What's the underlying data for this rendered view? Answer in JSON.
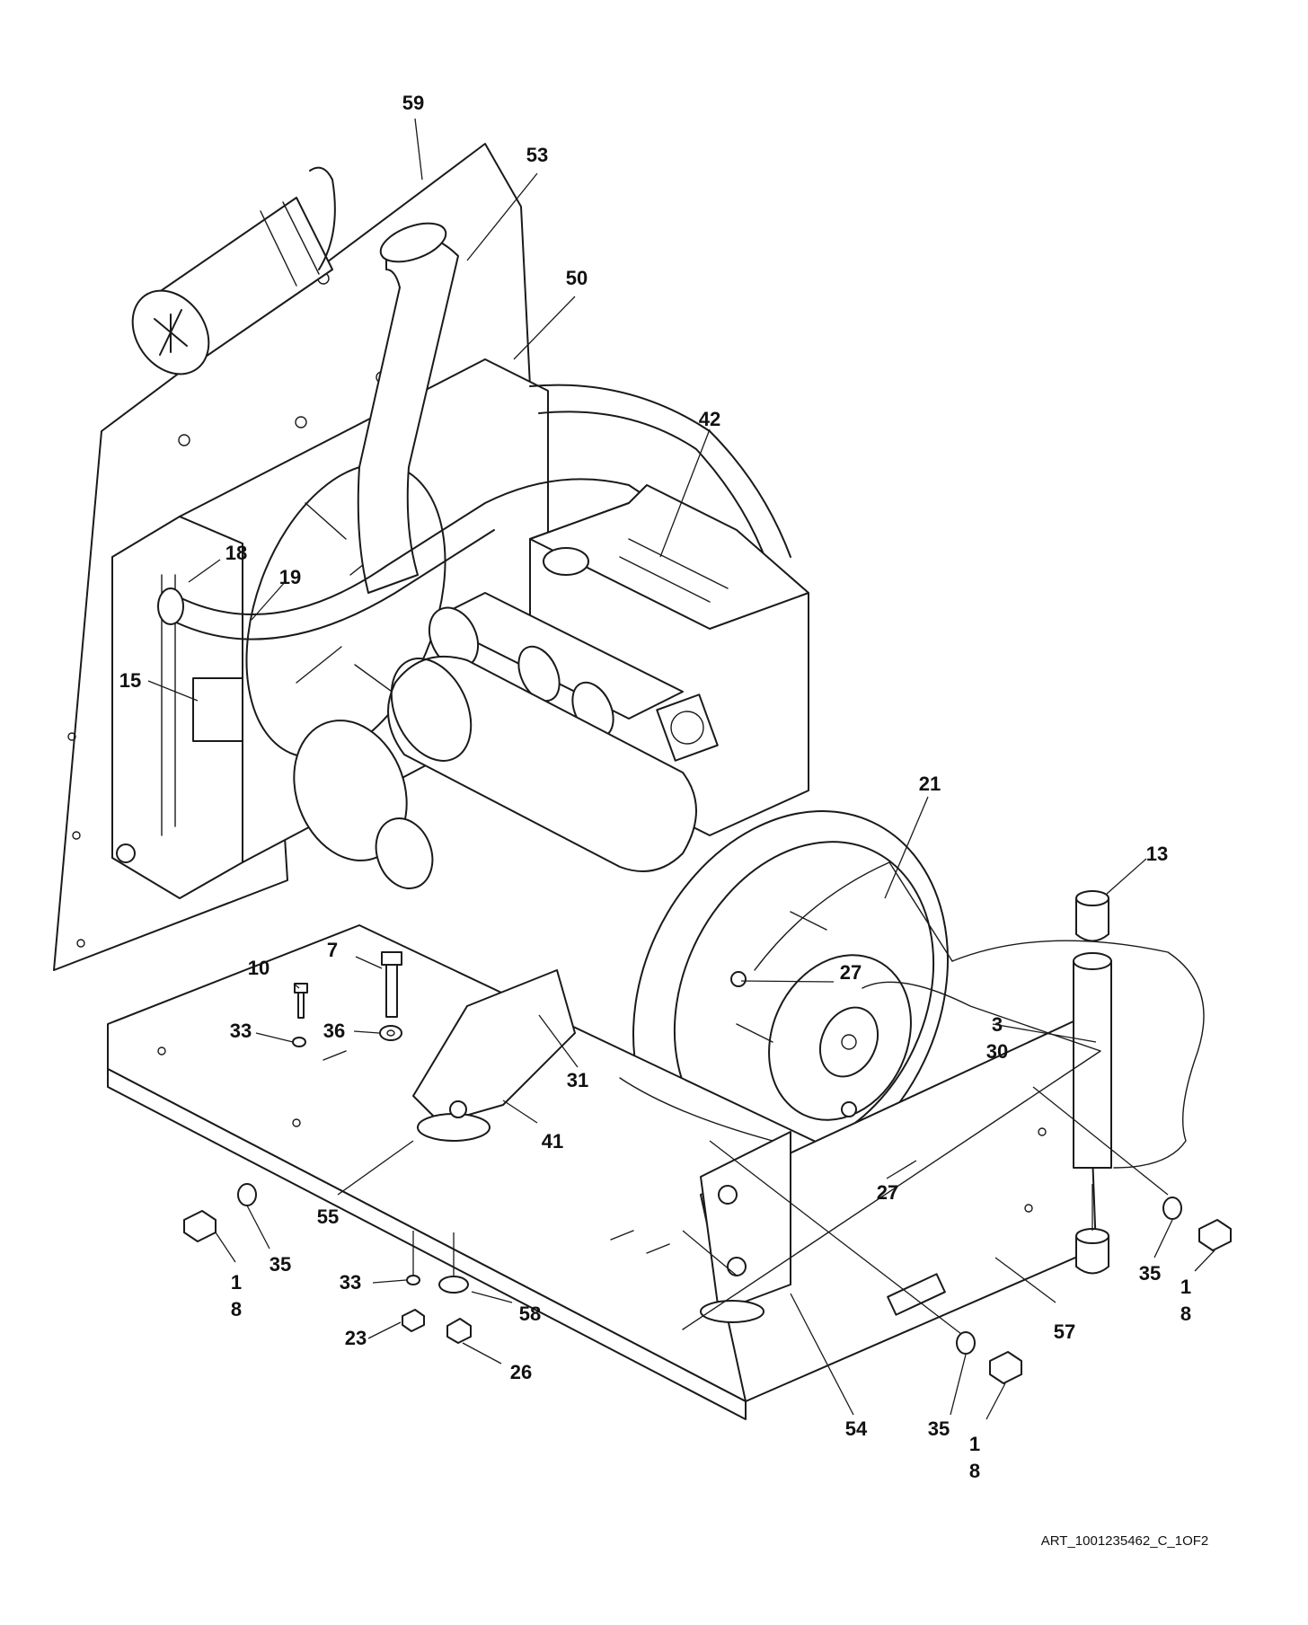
{
  "callouts": {
    "c59": "59",
    "c53": "53",
    "c50": "50",
    "c42": "42",
    "c18": "18",
    "c19": "19",
    "c15": "15",
    "c21": "21",
    "c13": "13",
    "c7": "7",
    "c10": "10",
    "c27a": "27",
    "c33a": "33",
    "c36": "36",
    "c3": "3",
    "c30": "30",
    "c31": "31",
    "c41": "41",
    "c27b": "27",
    "c55": "55",
    "c1a": "1",
    "c8a": "8",
    "c35a": "35",
    "c33b": "33",
    "c58": "58",
    "c23": "23",
    "c26": "26",
    "c54": "54",
    "c35b": "35",
    "c1b": "1",
    "c8b": "8",
    "c57": "57",
    "c35c": "35",
    "c1c": "1",
    "c8c": "8"
  },
  "art_reference": "ART_1001235462_C_1OF2"
}
